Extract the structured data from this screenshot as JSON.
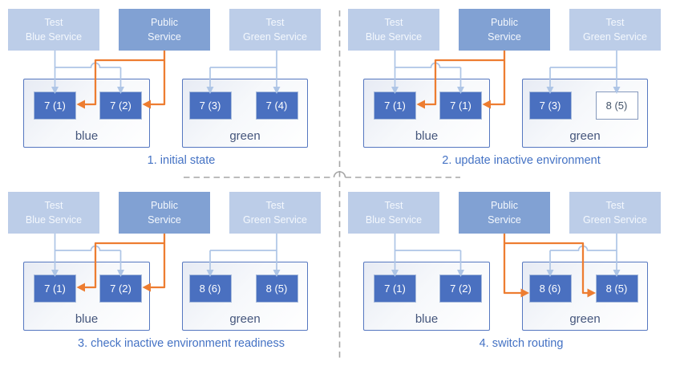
{
  "colors": {
    "service_light": "#bccde8",
    "service_medium": "#81a1d3",
    "instance_fill": "#4a70c0",
    "instance_border": "#a9bcdc",
    "outline_border": "#8599bd",
    "outline_text": "#44546a",
    "connector": "#aec5e6",
    "orange": "#ed7d31",
    "caption": "#4472c4",
    "env_label": "#45567c",
    "env_border": "#5577c0",
    "divider": "#a6a6a6"
  },
  "services": {
    "test_blue": {
      "line1": "Test",
      "line2": "Blue Service"
    },
    "public": {
      "line1": "Public",
      "line2": "Service"
    },
    "test_green": {
      "line1": "Test",
      "line2": "Green Service"
    }
  },
  "environments": {
    "blue_label": "blue",
    "green_label": "green"
  },
  "quadrants": [
    {
      "caption": "1. initial state",
      "route": "blue",
      "blue_instances": [
        {
          "label": "7 (1)",
          "style": "filled"
        },
        {
          "label": "7 (2)",
          "style": "filled"
        }
      ],
      "green_instances": [
        {
          "label": "7 (3)",
          "style": "filled"
        },
        {
          "label": "7 (4)",
          "style": "filled"
        }
      ]
    },
    {
      "caption": "2. update inactive environment",
      "route": "blue",
      "blue_instances": [
        {
          "label": "7 (1)",
          "style": "filled"
        },
        {
          "label": "7 (1)",
          "style": "filled"
        }
      ],
      "green_instances": [
        {
          "label": "7 (3)",
          "style": "filled"
        },
        {
          "label": "8 (5)",
          "style": "outline"
        }
      ]
    },
    {
      "caption": "3. check inactive environment readiness",
      "route": "blue",
      "blue_instances": [
        {
          "label": "7 (1)",
          "style": "filled"
        },
        {
          "label": "7 (2)",
          "style": "filled"
        }
      ],
      "green_instances": [
        {
          "label": "8 (6)",
          "style": "filled"
        },
        {
          "label": "8 (5)",
          "style": "filled"
        }
      ]
    },
    {
      "caption": "4. switch routing",
      "route": "green",
      "blue_instances": [
        {
          "label": "7 (1)",
          "style": "filled"
        },
        {
          "label": "7 (2)",
          "style": "filled"
        }
      ],
      "green_instances": [
        {
          "label": "8 (6)",
          "style": "filled"
        },
        {
          "label": "8 (5)",
          "style": "filled"
        }
      ]
    }
  ]
}
